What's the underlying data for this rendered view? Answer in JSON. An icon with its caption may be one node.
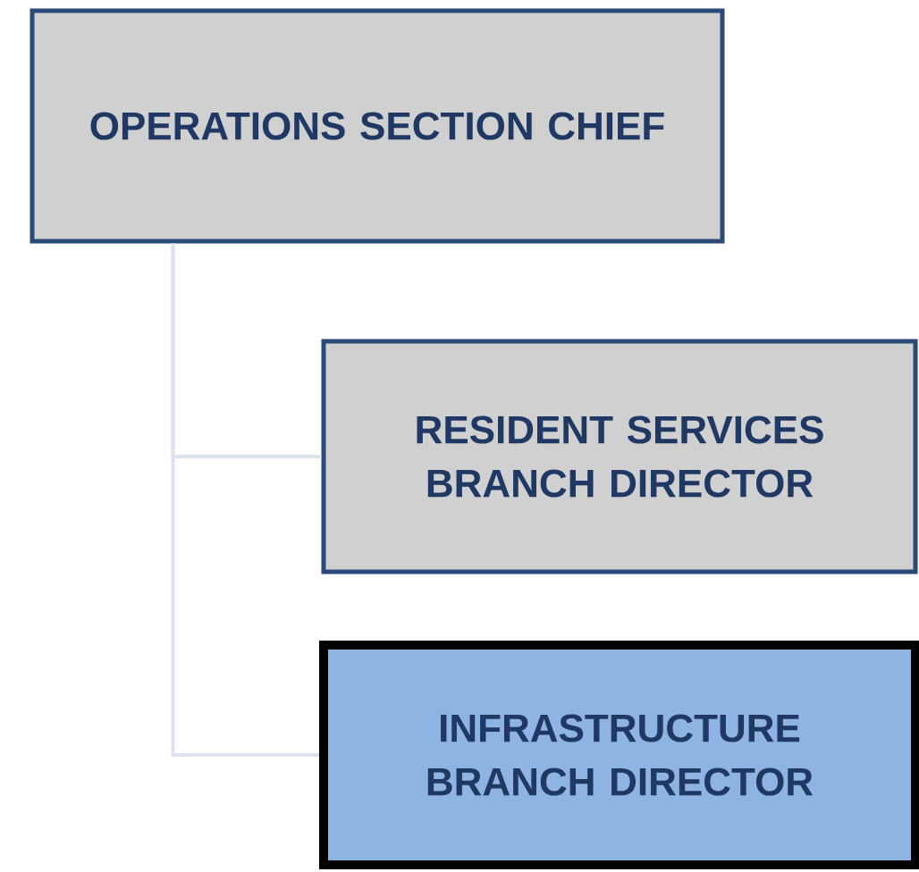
{
  "diagram": {
    "nodes": [
      {
        "text": [
          "OPERATIONS SECTION CHIEF"
        ]
      },
      {
        "text": [
          "RESIDENT SERVICES BRANCH DIRECTOR"
        ]
      },
      {
        "text": [
          "INFRASTRUCTURE BRANCH DIRECTOR"
        ]
      }
    ],
    "edges": [
      {
        "from": 0,
        "to": 1,
        "arrow": "none"
      },
      {
        "from": 0,
        "to": 2,
        "arrow": "none"
      }
    ]
  }
}
